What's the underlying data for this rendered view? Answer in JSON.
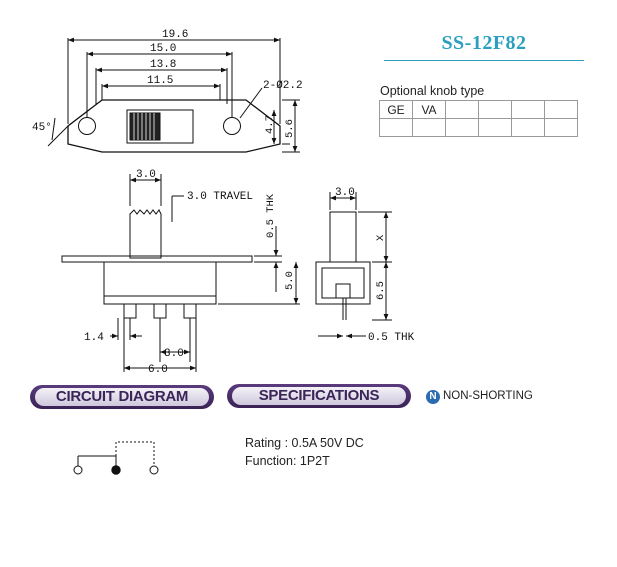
{
  "title": "SS-12F82",
  "knob_type": {
    "label": "Optional knob type",
    "row1": [
      "GE",
      "VA",
      "",
      "",
      "",
      "",
      ""
    ],
    "row2": [
      "",
      "",
      "",
      "",
      "",
      "",
      ""
    ]
  },
  "top_view": {
    "dims": [
      "19.6",
      "15.0",
      "13.8",
      "11.5"
    ],
    "hole": "2-Ø2.2",
    "angle": "45°",
    "height_dims": [
      "4.7",
      "5.6"
    ]
  },
  "front_view": {
    "top_width": "3.0",
    "travel": "3.0 TRAVEL",
    "thk": "0.5 THK",
    "height": "5.0",
    "pin_left": "1.4",
    "pin_pitch": "3.0",
    "pin_span": "6.0"
  },
  "side_view": {
    "top_width": "3.0",
    "x": "X",
    "height": "6.5",
    "thk": "0.5 THK"
  },
  "sections": {
    "circuit": "CIRCUIT DIAGRAM",
    "specs": "SPECIFICATIONS",
    "non_shorting": "NON-SHORTING",
    "non_shorting_badge": "N"
  },
  "specifications": {
    "rating": "Rating : 0.5A 50V DC",
    "function": "Function: 1P2T"
  }
}
